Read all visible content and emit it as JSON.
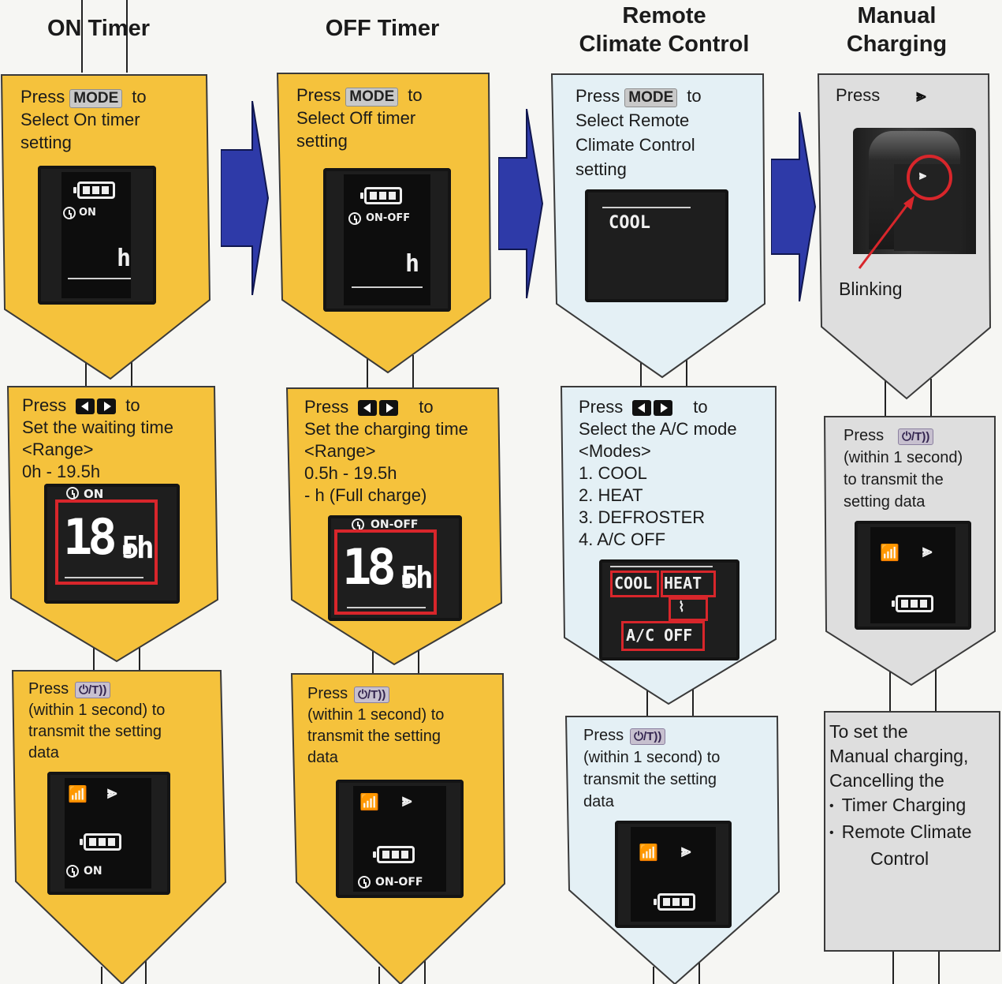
{
  "columns": [
    {
      "title_lines": [
        "ON Timer"
      ]
    },
    {
      "title_lines": [
        "OFF Timer"
      ]
    },
    {
      "title_lines": [
        "Remote",
        "Climate Control"
      ]
    },
    {
      "title_lines": [
        "Manual",
        "Charging"
      ]
    }
  ],
  "on_timer": {
    "step1": {
      "press": "Press",
      "key": "MODE",
      "to": "to",
      "line2": "Select On timer",
      "line3": "setting",
      "lcd_label": "ON",
      "lcd_value": "h"
    },
    "step2": {
      "press": "Press",
      "to": "to",
      "line2": "Set the waiting time",
      "line3": "<Range>",
      "line4": "0h - 19.5h",
      "lcd_label": "ON",
      "lcd_digits": "18.",
      "lcd_unit": "5h"
    },
    "step3": {
      "press": "Press",
      "key": "⏻/T))",
      "line2": "(within 1 second) to",
      "line3": "transmit the setting",
      "line4": "data",
      "lcd_label": "ON"
    }
  },
  "off_timer": {
    "step1": {
      "press": "Press",
      "key": "MODE",
      "to": "to",
      "line2": "Select Off timer",
      "line3": "setting",
      "lcd_label": "ON-OFF",
      "lcd_value": "h"
    },
    "step2": {
      "press": "Press",
      "to": "to",
      "line2": "Set the charging time",
      "line3": "<Range>",
      "line4": "0.5h - 19.5h",
      "line5": "- h (Full charge)",
      "lcd_label": "ON-OFF",
      "lcd_digits": "18.",
      "lcd_unit": "5h"
    },
    "step3": {
      "press": "Press",
      "key": "⏻/T))",
      "line2": "(within 1 second) to",
      "line3": "transmit the setting",
      "line4": "data",
      "lcd_label": "ON-OFF"
    }
  },
  "remote_climate": {
    "step1": {
      "press": "Press",
      "key": "MODE",
      "to": "to",
      "line2": "Select Remote",
      "line3": "Climate Control",
      "line4": "setting",
      "lcd_value": "COOL"
    },
    "step2": {
      "press": "Press",
      "to": "to",
      "line2": "Select the A/C mode",
      "line3": "<Modes>",
      "modes": [
        "1. COOL",
        "2. HEAT",
        "3. DEFROSTER",
        "4. A/C OFF"
      ],
      "lcd_cool": "COOL",
      "lcd_heat": "HEAT",
      "lcd_off": "A/C OFF"
    },
    "step3": {
      "press": "Press",
      "key": "⏻/T))",
      "line2": "(within 1 second)   to",
      "line3": "transmit the setting",
      "line4": "data"
    }
  },
  "manual_charging": {
    "step1": {
      "press": "Press",
      "blinking": "Blinking"
    },
    "step2": {
      "press": "Press",
      "key": "⏻/T))",
      "line2": "(within 1 second)",
      "line3": "to transmit the",
      "line4": "setting data"
    },
    "step3": {
      "line1": "To set the",
      "line2": "Manual charging,",
      "line3": "Cancelling the",
      "bullets": [
        "Timer Charging",
        "Remote Climate"
      ],
      "line_last": "Control"
    }
  },
  "colors": {
    "yellow": "#f5c23c",
    "blue_panel": "#e4f0f5",
    "grey_panel": "#dedede",
    "arrow": "#2e3aa8",
    "red": "#d8262b"
  }
}
